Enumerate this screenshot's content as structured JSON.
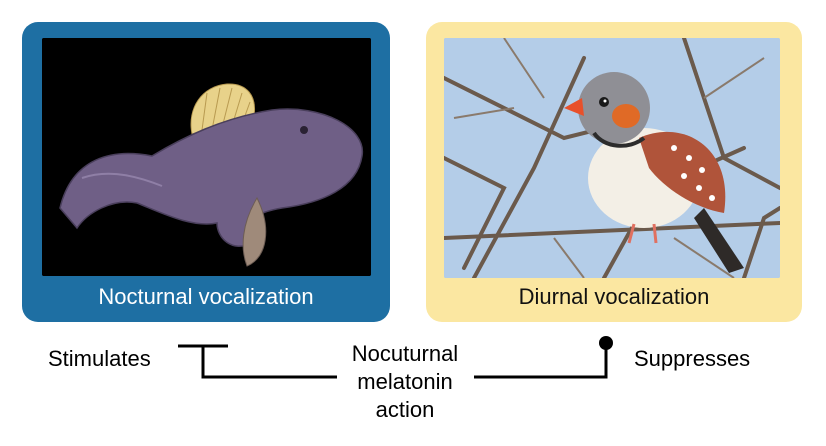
{
  "panels": {
    "left": {
      "caption": "Nocturnal vocalization",
      "image": "midshipman fish photo",
      "color": "#1e6fa3"
    },
    "right": {
      "caption": "Diurnal vocalization",
      "image": "zebra finch photo",
      "color": "#fbe7a1"
    }
  },
  "labels": {
    "stimulates": "Stimulates",
    "suppresses": "Suppresses",
    "center_line1": "Nocuturnal",
    "center_line2": "melatonin",
    "center_line3": "action"
  }
}
